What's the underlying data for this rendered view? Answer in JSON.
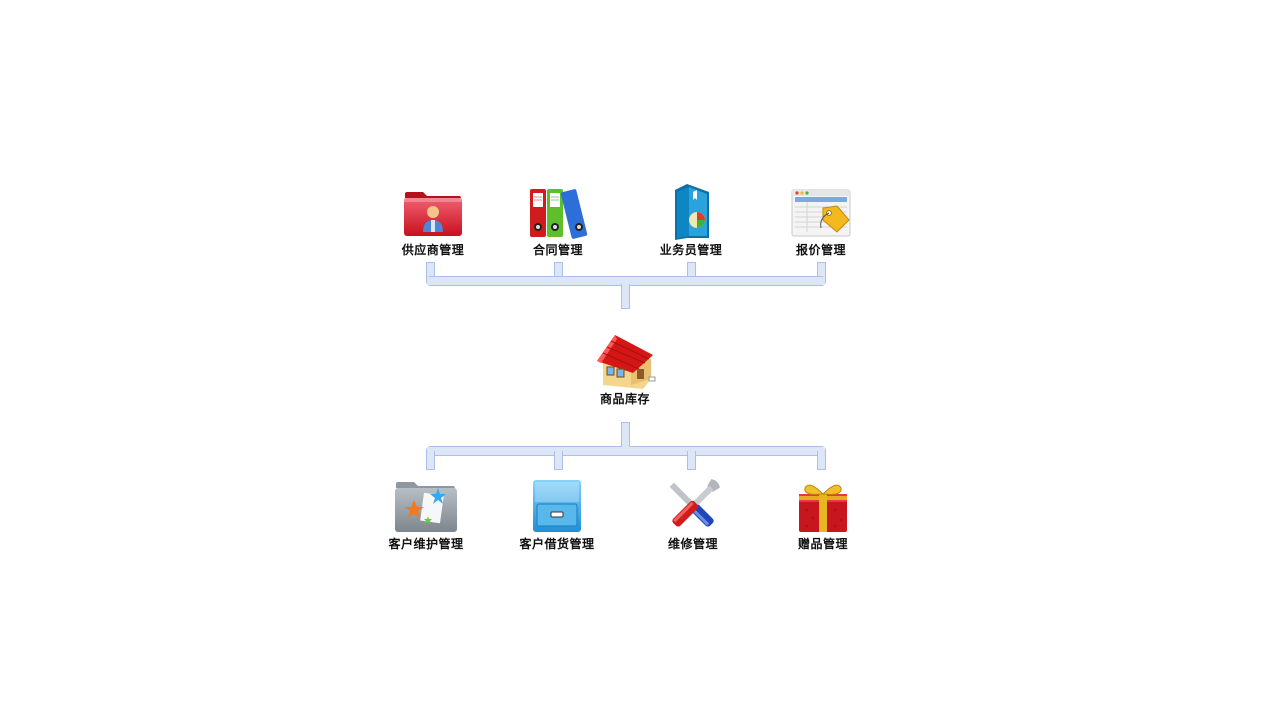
{
  "top_row": {
    "supplier": "供应商管理",
    "contract": "合同管理",
    "salesman": "业务员管理",
    "quote": "报价管理"
  },
  "center": {
    "inventory": "商品库存"
  },
  "bottom_row": {
    "customer_care": "客户维护管理",
    "customer_loan": "客户借货管理",
    "repair": "维修管理",
    "gift": "赠品管理"
  },
  "colors": {
    "connector_fill": "#dce6f7",
    "connector_stroke": "#aac0e6",
    "label": "#111111"
  },
  "icons": {
    "supplier": "folder-person-icon",
    "contract": "binders-icon",
    "salesman": "book-chart-icon",
    "quote": "spreadsheet-tag-icon",
    "inventory": "house-icon",
    "customer_care": "folder-stars-icon",
    "customer_loan": "file-cabinet-icon",
    "repair": "tools-icon",
    "gift": "gift-box-icon"
  }
}
